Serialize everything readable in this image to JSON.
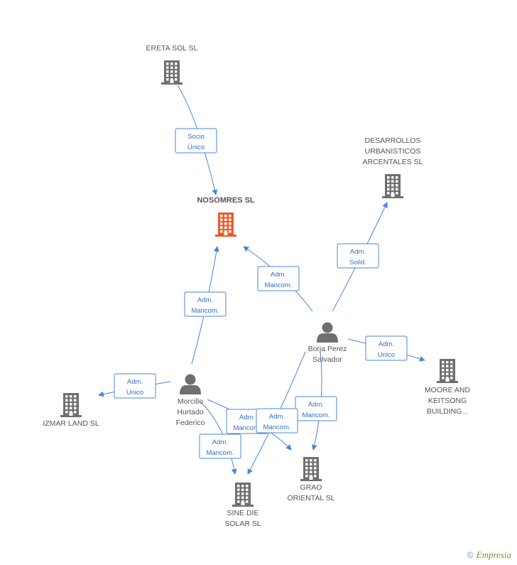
{
  "nodes": [
    {
      "id": "ereta",
      "kind": "company",
      "lines": [
        "ERETA SOL  SL"
      ],
      "highlight": false
    },
    {
      "id": "nosomres",
      "kind": "company",
      "lines": [
        "NOSOMRES SL"
      ],
      "highlight": true
    },
    {
      "id": "desarrollos",
      "kind": "company",
      "lines": [
        "DESARROLLOS",
        "URBANISTICOS",
        "ARCENTALES SL"
      ],
      "highlight": false
    },
    {
      "id": "borja",
      "kind": "person",
      "lines": [
        "Borja Perez",
        "Salvador"
      ],
      "highlight": false
    },
    {
      "id": "moore",
      "kind": "company",
      "lines": [
        "MOORE AND",
        "KEITSONG",
        "BUILDING..."
      ],
      "highlight": false
    },
    {
      "id": "morcillo",
      "kind": "person",
      "lines": [
        "Morcillo",
        "Hurtado",
        "Federico"
      ],
      "highlight": false
    },
    {
      "id": "izmar",
      "kind": "company",
      "lines": [
        "IZMAR LAND SL"
      ],
      "highlight": false
    },
    {
      "id": "grao",
      "kind": "company",
      "lines": [
        "GRAO",
        "ORIENTAL SL"
      ],
      "highlight": false
    },
    {
      "id": "sine",
      "kind": "company",
      "lines": [
        "SINE DIE",
        "SOLAR SL"
      ],
      "highlight": false
    }
  ],
  "edges": [
    {
      "id": "e1",
      "from": "ereta",
      "to": "nosomres",
      "label": [
        "Socio",
        "Único"
      ]
    },
    {
      "id": "e2",
      "from": "borja",
      "to": "nosomres",
      "label": [
        "Adm.",
        "Mancom."
      ]
    },
    {
      "id": "e3",
      "from": "borja",
      "to": "desarrollos",
      "label": [
        "Adm.",
        "Solid."
      ]
    },
    {
      "id": "e4",
      "from": "borja",
      "to": "moore",
      "label": [
        "Adm.",
        "Unico"
      ]
    },
    {
      "id": "e5",
      "from": "morcillo",
      "to": "nosomres",
      "label": [
        "Adm.",
        "Mancom."
      ]
    },
    {
      "id": "e6",
      "from": "morcillo",
      "to": "izmar",
      "label": [
        "Adm.",
        "Unico"
      ]
    },
    {
      "id": "e7",
      "from": "morcillo",
      "to": "grao",
      "label": [
        "Adm.",
        "Mancom."
      ]
    },
    {
      "id": "e8",
      "from": "borja",
      "to": "grao",
      "label": [
        "Adm.",
        "Mancom."
      ]
    },
    {
      "id": "e9",
      "from": "borja",
      "to": "sine",
      "label": [
        "Adm.",
        "Mancom."
      ]
    },
    {
      "id": "e10",
      "from": "morcillo",
      "to": "sine",
      "label": [
        "Adm.",
        "Mancom."
      ]
    }
  ],
  "colors": {
    "company": "#6f6f6f",
    "highlight": "#f05a28",
    "person": "#6f6f6f",
    "edge": "#4a86d8"
  },
  "footer": {
    "copyright": "©",
    "brand": "Empresia"
  }
}
